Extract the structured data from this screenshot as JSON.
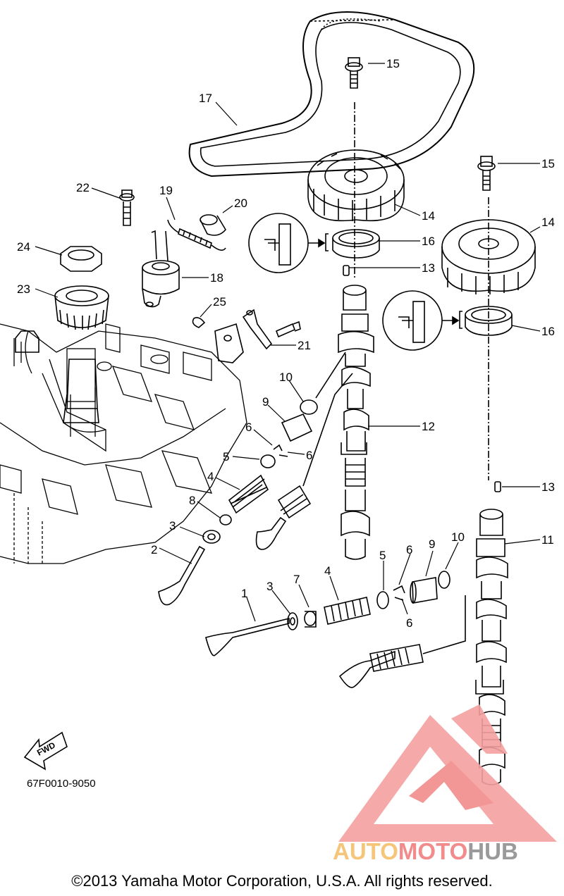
{
  "callouts": {
    "c1": "1",
    "c2": "2",
    "c3a": "3",
    "c3b": "3",
    "c4a": "4",
    "c4b": "4",
    "c5a": "5",
    "c5b": "5",
    "c6a": "6",
    "c6b": "6",
    "c6c": "6",
    "c6d": "6",
    "c7": "7",
    "c8": "8",
    "c9a": "9",
    "c9b": "9",
    "c10a": "10",
    "c10b": "10",
    "c11": "11",
    "c12": "12",
    "c13a": "13",
    "c13b": "13",
    "c14a": "14",
    "c14b": "14",
    "c15a": "15",
    "c15b": "15",
    "c16a": "16",
    "c16b": "16",
    "c17": "17",
    "c18": "18",
    "c19": "19",
    "c20": "20",
    "c21": "21",
    "c22": "22",
    "c23": "23",
    "c24": "24",
    "c25": "25"
  },
  "fwd_label": "FWD",
  "part_code": "67F0010-9050",
  "copyright": "©2013 Yamaha Motor Corporation, U.S.A. All rights reserved.",
  "watermark": {
    "part1": "AUTO",
    "part2": "MOTO",
    "part3": "HUB",
    "color1": "#f5c57a",
    "color2": "#f28b8b",
    "color3": "#9a9a9a"
  }
}
